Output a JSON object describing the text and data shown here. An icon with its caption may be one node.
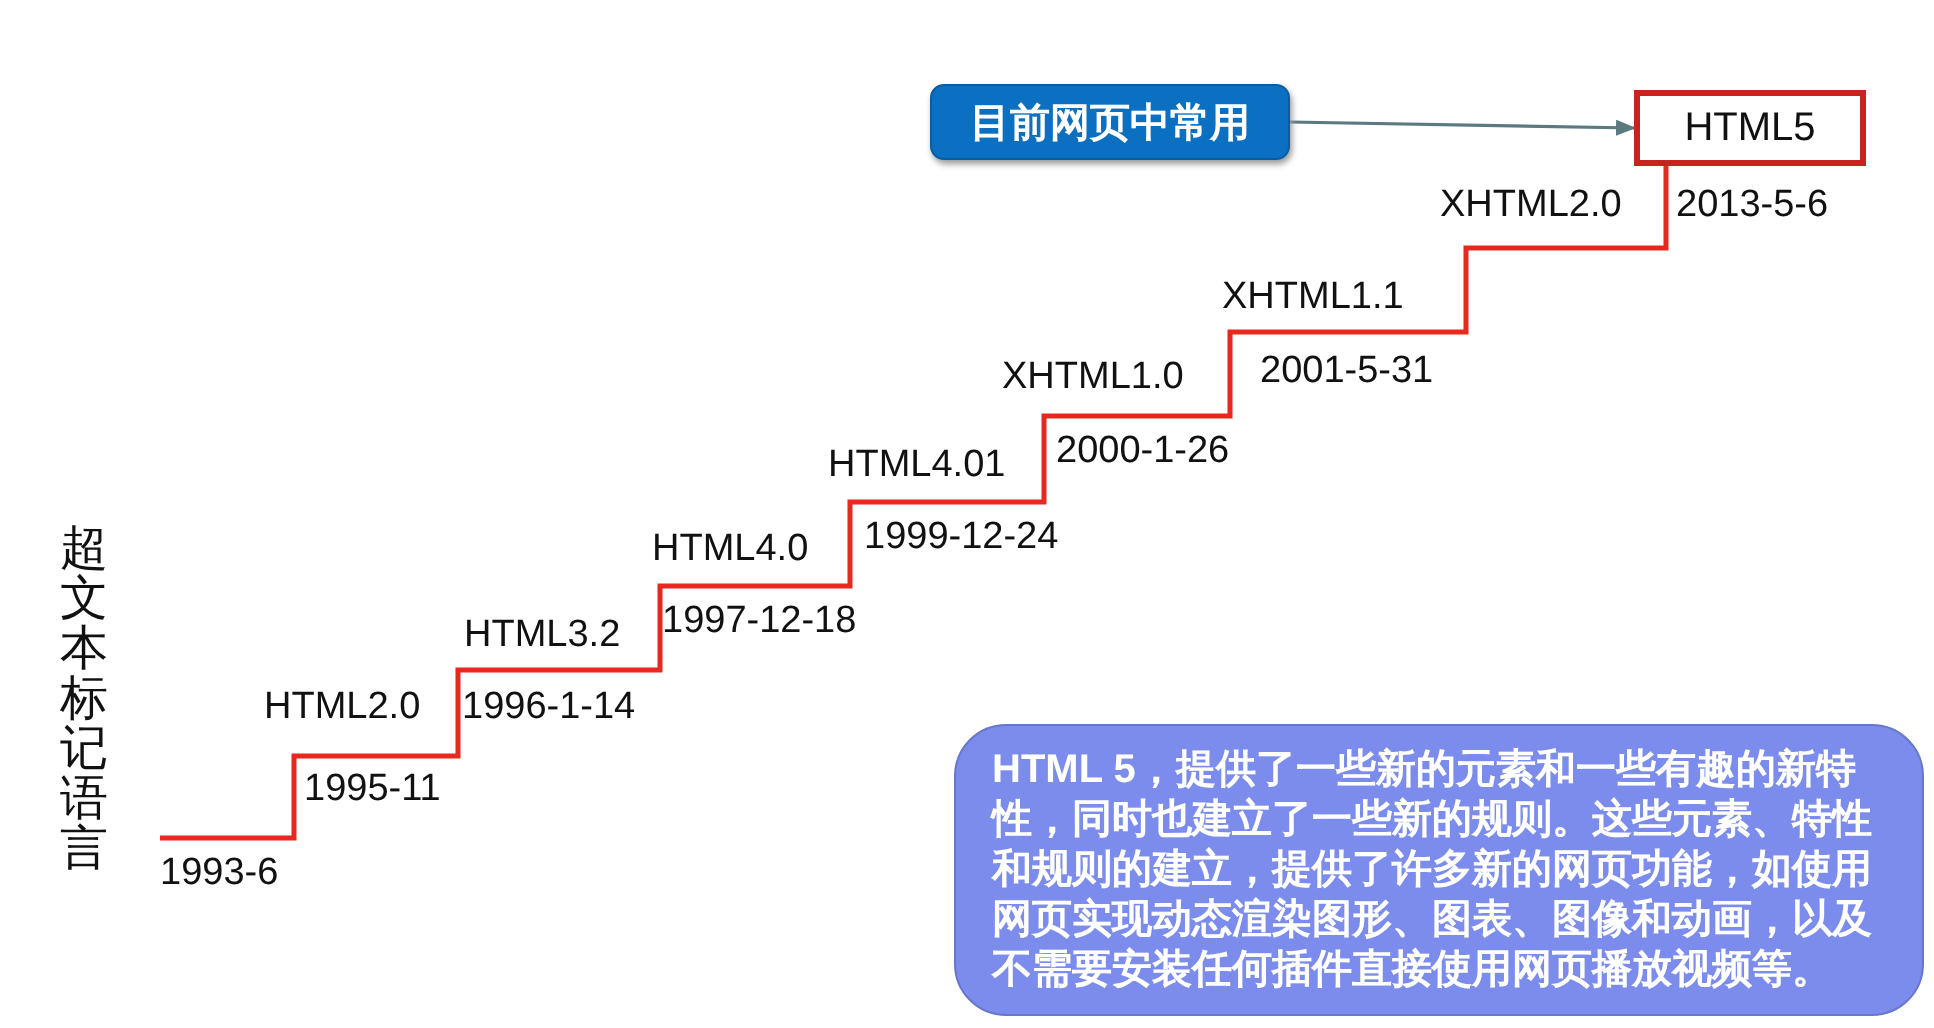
{
  "diagram": {
    "nodes": [
      {
        "text": [
          "目前网页中常用"
        ]
      },
      {
        "text": [
          "HTML5"
        ]
      },
      {
        "text": [
          "HTML 5，提供了一些新的元素和一些有趣的新特性，同时也建立了一些新的规则。这些元素、特性和规则的建立，提供了许多新的网页功能，如使用网页实现动态渲染图形、图表、图像和动画，以及不需要安装任何插件直接使用网页播放视频等。"
        ]
      }
    ],
    "edges": [
      {
        "from": 0,
        "to": 1,
        "arrow": "to"
      }
    ],
    "labels": [
      "XHTML2.0",
      "2013-5-6",
      "XHTML1.1",
      "2001-5-31",
      "XHTML1.0",
      "2000-1-26",
      "HTML4.01",
      "1999-12-24",
      "HTML4.0",
      "1997-12-18",
      "HTML3.2",
      "HTML2.0",
      "1996-1-14",
      "超文本标记语言",
      "1995-11",
      "1993-6"
    ]
  }
}
